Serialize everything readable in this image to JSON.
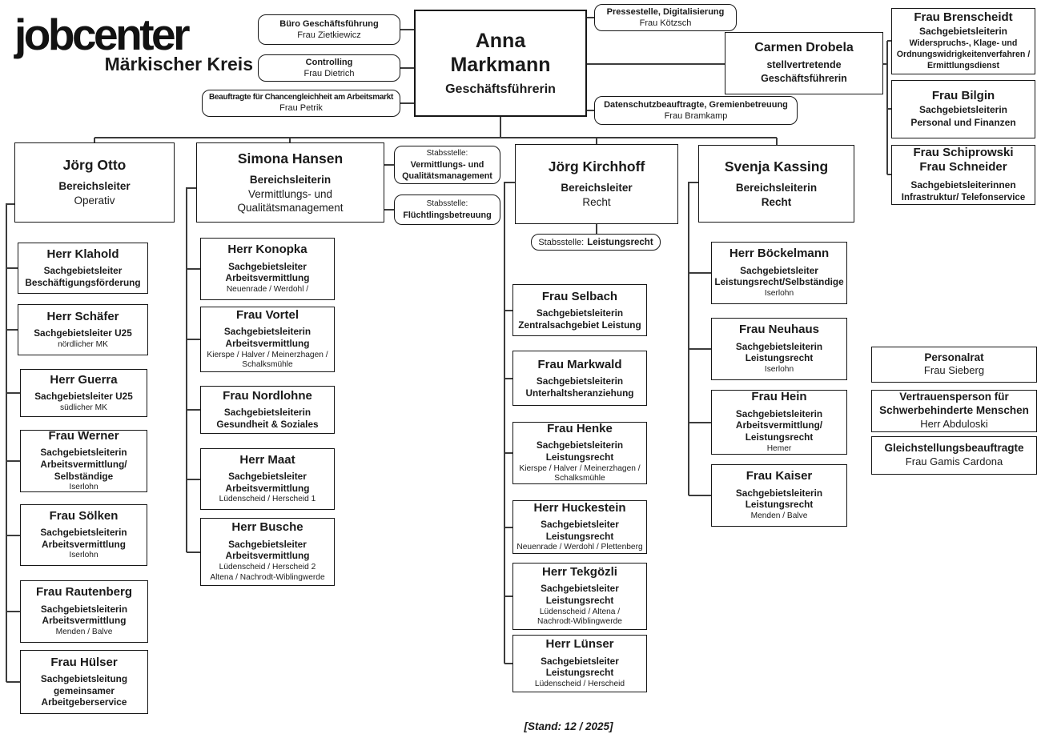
{
  "logo": {
    "brand": "jobcenter",
    "sub": "Märkischer Kreis"
  },
  "footer": {
    "stand": "[Stand: 12 / 2025]"
  },
  "colors": {
    "line": "#3c3c3c",
    "border": "#161616",
    "background": "#ffffff"
  },
  "top": {
    "buero": {
      "title": "Büro Geschäftsführung",
      "person": "Frau Zietkiewicz"
    },
    "controlling": {
      "title": "Controlling",
      "person": "Frau Dietrich"
    },
    "chancengleichheit": {
      "title": "Beauftragte für Chancengleichheit am Arbeitsmarkt",
      "person": "Frau Petrik"
    },
    "ceo": {
      "name": "Anna\nMarkmann",
      "role": "Geschäftsführerin"
    },
    "presse": {
      "title": "Pressestelle, Digitalisierung",
      "person": "Frau Kötzsch"
    },
    "deputy": {
      "name": "Carmen Drobela",
      "role": "stellvertretende\nGeschäftsführerin"
    },
    "datenschutz": {
      "title": "Datenschutzbeauftragte, Gremienbetreuung",
      "person": "Frau Bramkamp"
    }
  },
  "right_top": {
    "brenscheidt": {
      "name": "Frau Brenscheidt",
      "role": "Sachgebietsleiterin",
      "area": "Widerspruchs-, Klage- und\nOrdnungswidrigkeitenverfahren /\nErmittlungsdienst"
    },
    "bilgin": {
      "name": "Frau Bilgin",
      "role": "Sachgebietsleiterin",
      "area": "Personal und Finanzen"
    },
    "schiprowski": {
      "name": "Frau Schiprowski\nFrau Schneider",
      "role": "Sachgebietsleiterinnen",
      "area": "Infrastruktur/ Telefonservice"
    }
  },
  "leaders": {
    "otto": {
      "name": "Jörg Otto",
      "role": "Bereichsleiter",
      "area": "Operativ"
    },
    "hansen": {
      "name": "Simona Hansen",
      "role": "Bereichsleiterin",
      "area": "Vermittlungs- und\nQualitätsmanagement"
    },
    "kirchhoff": {
      "name": "Jörg Kirchhoff",
      "role": "Bereichsleiter",
      "area": "Recht"
    },
    "kassing": {
      "name": "Svenja Kassing",
      "role": "Bereichsleiterin",
      "area": "Recht"
    }
  },
  "stabsstellen": {
    "vq": {
      "label1": "Stabsstelle:",
      "label2": "Vermittlungs- und\nQualitätsmanagement"
    },
    "fluechtlinge": {
      "label1": "Stabsstelle:",
      "label2": "Flüchtlingsbetreuung"
    },
    "leistungsrecht": {
      "label1": "Stabsstelle:",
      "label2": "Leistungsrecht"
    }
  },
  "col_otto": {
    "klahold": {
      "name": "Herr Klahold",
      "role": "Sachgebietsleiter\nBeschäftigungsförderung",
      "area": ""
    },
    "schaefer": {
      "name": "Herr Schäfer",
      "role": "Sachgebietsleiter U25",
      "area": "nördlicher MK"
    },
    "guerra": {
      "name": "Herr Guerra",
      "role": "Sachgebietsleiter U25",
      "area": "südlicher MK"
    },
    "werner": {
      "name": "Frau Werner",
      "role": "Sachgebietsleiterin\nArbeitsvermittlung/\nSelbständige",
      "area": "Iserlohn"
    },
    "soelken": {
      "name": "Frau Sölken",
      "role": "Sachgebietsleiterin\nArbeitsvermittlung",
      "area": "Iserlohn"
    },
    "rautenberg": {
      "name": "Frau Rautenberg",
      "role": "Sachgebietsleiterin\nArbeitsvermittlung",
      "area": "Menden / Balve"
    },
    "huelser": {
      "name": "Frau Hülser",
      "role": "Sachgebietsleitung\ngemeinsamer\nArbeitgeberservice",
      "area": ""
    }
  },
  "col_hansen": {
    "konopka": {
      "name": "Herr Konopka",
      "role": "Sachgebietsleiter\nArbeitsvermittlung",
      "area": "Neuenrade / Werdohl /"
    },
    "vortel": {
      "name": "Frau Vortel",
      "role": "Sachgebietsleiterin\nArbeitsvermittlung",
      "area": "Kierspe / Halver / Meinerzhagen /\nSchalksmühle"
    },
    "nordlohne": {
      "name": "Frau Nordlohne",
      "role": "Sachgebietsleiterin\nGesundheit & Soziales",
      "area": ""
    },
    "maat": {
      "name": "Herr Maat",
      "role": "Sachgebietsleiter\nArbeitsvermittlung",
      "area": "Lüdenscheid / Herscheid 1"
    },
    "busche": {
      "name": "Herr Busche",
      "role": "Sachgebietsleiter\nArbeitsvermittlung",
      "area": "Lüdenscheid / Herscheid 2\nAltena / Nachrodt-Wiblingwerde"
    }
  },
  "col_kirchhoff": {
    "selbach": {
      "name": "Frau Selbach",
      "role": "Sachgebietsleiterin\nZentralsachgebiet Leistung",
      "area": ""
    },
    "markwald": {
      "name": "Frau Markwald",
      "role": "Sachgebietsleiterin\nUnterhaltsheranziehung",
      "area": ""
    },
    "henke": {
      "name": "Frau Henke",
      "role": "Sachgebietsleiterin\nLeistungsrecht",
      "area": "Kierspe / Halver / Meinerzhagen /\nSchalksmühle"
    },
    "huckestein": {
      "name": "Herr Huckestein",
      "role": "Sachgebietsleiter\nLeistungsrecht",
      "area": "Neuenrade / Werdohl / Plettenberg"
    },
    "tekgoezli": {
      "name": "Herr Tekgözli",
      "role": "Sachgebietsleiter\nLeistungsrecht",
      "area": "Lüdenscheid / Altena /\nNachrodt-Wiblingwerde"
    },
    "luenser": {
      "name": "Herr Lünser",
      "role": "Sachgebietsleiter\nLeistungsrecht",
      "area": "Lüdenscheid / Herscheid"
    }
  },
  "col_kassing": {
    "boeckelmann": {
      "name": "Herr Böckelmann",
      "role": "Sachgebietsleiter\nLeistungsrecht/Selbständige",
      "area": "Iserlohn"
    },
    "neuhaus": {
      "name": "Frau Neuhaus",
      "role": "Sachgebietsleiterin\nLeistungsrecht",
      "area": "Iserlohn"
    },
    "hein": {
      "name": "Frau Hein",
      "role": "Sachgebietsleiterin\nArbeitsvermittlung/\nLeistungsrecht",
      "area": "Hemer"
    },
    "kaiser": {
      "name": "Frau Kaiser",
      "role": "Sachgebietsleiterin\nLeistungsrecht",
      "area": "Menden / Balve"
    }
  },
  "right_mid": {
    "personalrat": {
      "title": "Personalrat",
      "person": "Frau Sieberg"
    },
    "vertrauensperson": {
      "title": "Vertrauensperson für Schwerbehinderte Menschen",
      "person": "Herr Abduloski"
    },
    "gleichstellung": {
      "title": "Gleichstellungsbeauftragte",
      "person": "Frau Gamis Cardona"
    }
  }
}
